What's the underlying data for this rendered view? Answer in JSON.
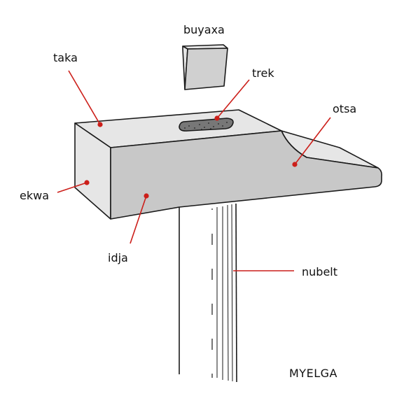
{
  "title": "MYELGA",
  "labels": {
    "buyaxa": "buyaxa",
    "taka": "taka",
    "trek": "trek",
    "otsa": "otsa",
    "ekwa": "ekwa",
    "idja": "idja",
    "nubelt": "nubelt"
  },
  "colors": {
    "leader": "#cc1f1a",
    "outline": "#1a1a1a",
    "face_light": "#e6e6e6",
    "face_mid": "#c8c8c8",
    "wedge_face": "#d0d0d0",
    "slot_fill": "#777777"
  }
}
